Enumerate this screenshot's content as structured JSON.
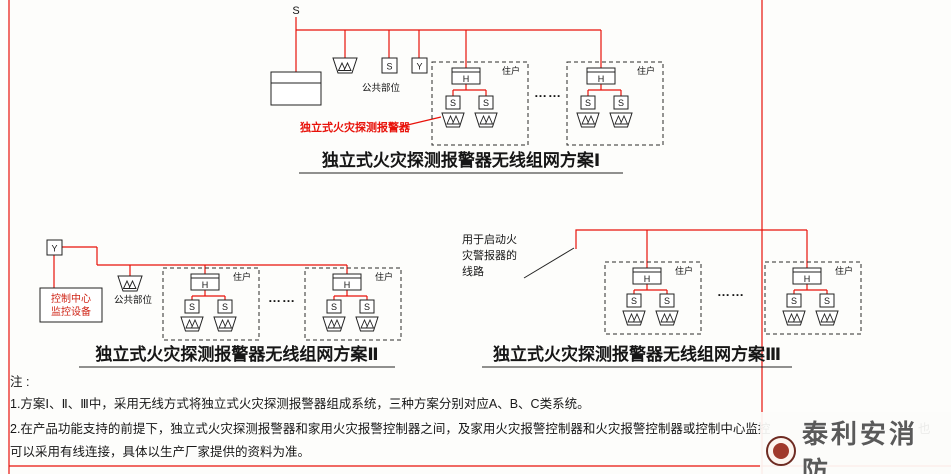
{
  "colors": {
    "line_red": "#e8120a",
    "callout_red": "#e8120a"
  },
  "glyphs": {
    "s": "S",
    "y": "Y",
    "h": "H",
    "resident": "住户",
    "public_area": "公共部位",
    "dots": "……"
  },
  "scheme1": {
    "s_top": "S",
    "callout": "独立式火灾探测报警器",
    "title": "独立式火灾探测报警器无线组网方案Ⅰ"
  },
  "scheme2": {
    "control_center_line1": "控制中心",
    "control_center_line2": "监控设备",
    "title": "独立式火灾探测报警器无线组网方案Ⅱ"
  },
  "scheme3": {
    "pointer_line1": "用于启动火",
    "pointer_line2": "灾警报器的",
    "pointer_line3": "线路",
    "title": "独立式火灾探测报警器无线组网方案Ⅲ"
  },
  "notes": {
    "label": "注 :",
    "note1": "1.方案Ⅰ、Ⅱ、Ⅲ中，采用无线方式将独立式火灾探测报警器组成系统，三种方案分别对应A、B、C类系统。",
    "note2": "2.在产品功能支持的前提下，独立式火灾探测报警器和家用火灾报警控制器之间，及家用火灾报警控制器和火灾报警控制器或控制中心监控",
    "note2_tail": "也",
    "note3": "可以采用有线连接，具体以生产厂家提供的资料为准。"
  },
  "watermark": {
    "text": "泰利安消防"
  }
}
